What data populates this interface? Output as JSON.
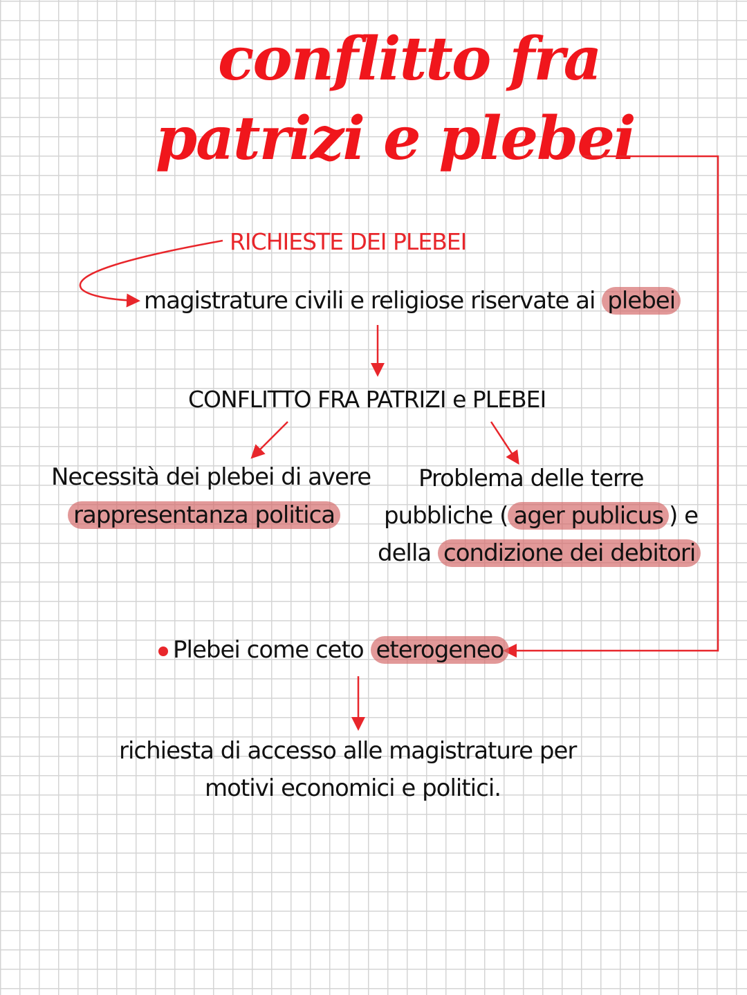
{
  "title": {
    "line1": "conflitto fra",
    "line2": "patrizi e plebei"
  },
  "heading": "RICHIESTE DEI PLEBEI",
  "item1": {
    "text": "magistrature civili e religiose riservate ai ",
    "highlight": "plebei"
  },
  "conflict": "CONFLITTO FRA PATRIZI e PLEBEI",
  "left": {
    "line1": "Necessità dei plebei di avere",
    "highlight": "rappresentanza politica"
  },
  "right": {
    "line1": "Problema delle terre",
    "line2a": "pubbliche (",
    "hl1": "ager publicus",
    "line2b": ") e",
    "line3a": "della ",
    "hl2": "condizione dei debitori"
  },
  "bullet": {
    "text": "Plebei come ceto ",
    "highlight": "eterogeneo"
  },
  "result": {
    "line1": "richiesta di accesso alle magistrature per",
    "line2": "motivi economici e politici."
  },
  "colors": {
    "accent": "#e8262b",
    "highlight": "#d66e6e"
  }
}
